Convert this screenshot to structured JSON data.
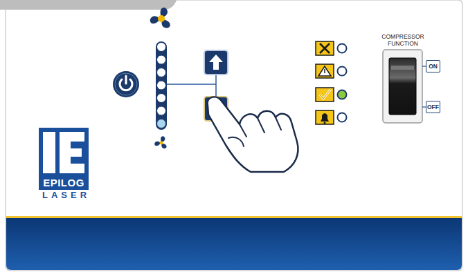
{
  "diagram": {
    "nodes": [
      {
        "text": [
          "ON"
        ]
      },
      {
        "text": [
          "OFF"
        ]
      },
      {
        "text": [
          "EPILOG",
          "LASER"
        ]
      }
    ],
    "labels": [
      "COMPRESSOR FUNCTION"
    ]
  }
}
